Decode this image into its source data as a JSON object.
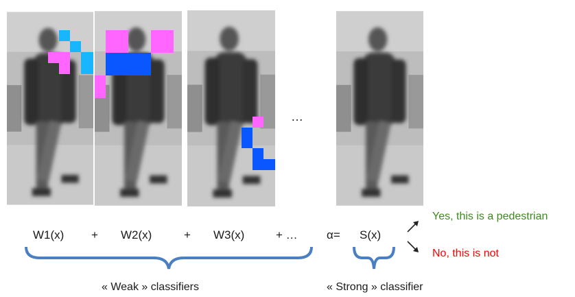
{
  "colors": {
    "patch_pink": "#ff66ff",
    "patch_blue": "#0a57ff",
    "patch_cyan": "#19b6ff",
    "yes": "#3c8a1f",
    "no": "#ff0000",
    "brace": "#4a7fc1"
  },
  "formula": {
    "w1": "W1(x)",
    "plus1": "+",
    "w2": "W2(x)",
    "plus2": "+",
    "w3": "W3(x)",
    "plus3": "+ …",
    "alpha": "α=",
    "strong": "S(x)"
  },
  "ellipsis": "…",
  "outcomes": {
    "yes": "Yes, this is a pedestrian",
    "no": "No, this is not"
  },
  "captions": {
    "weak": "« Weak » classifiers",
    "strong": "« Strong » classifier"
  }
}
